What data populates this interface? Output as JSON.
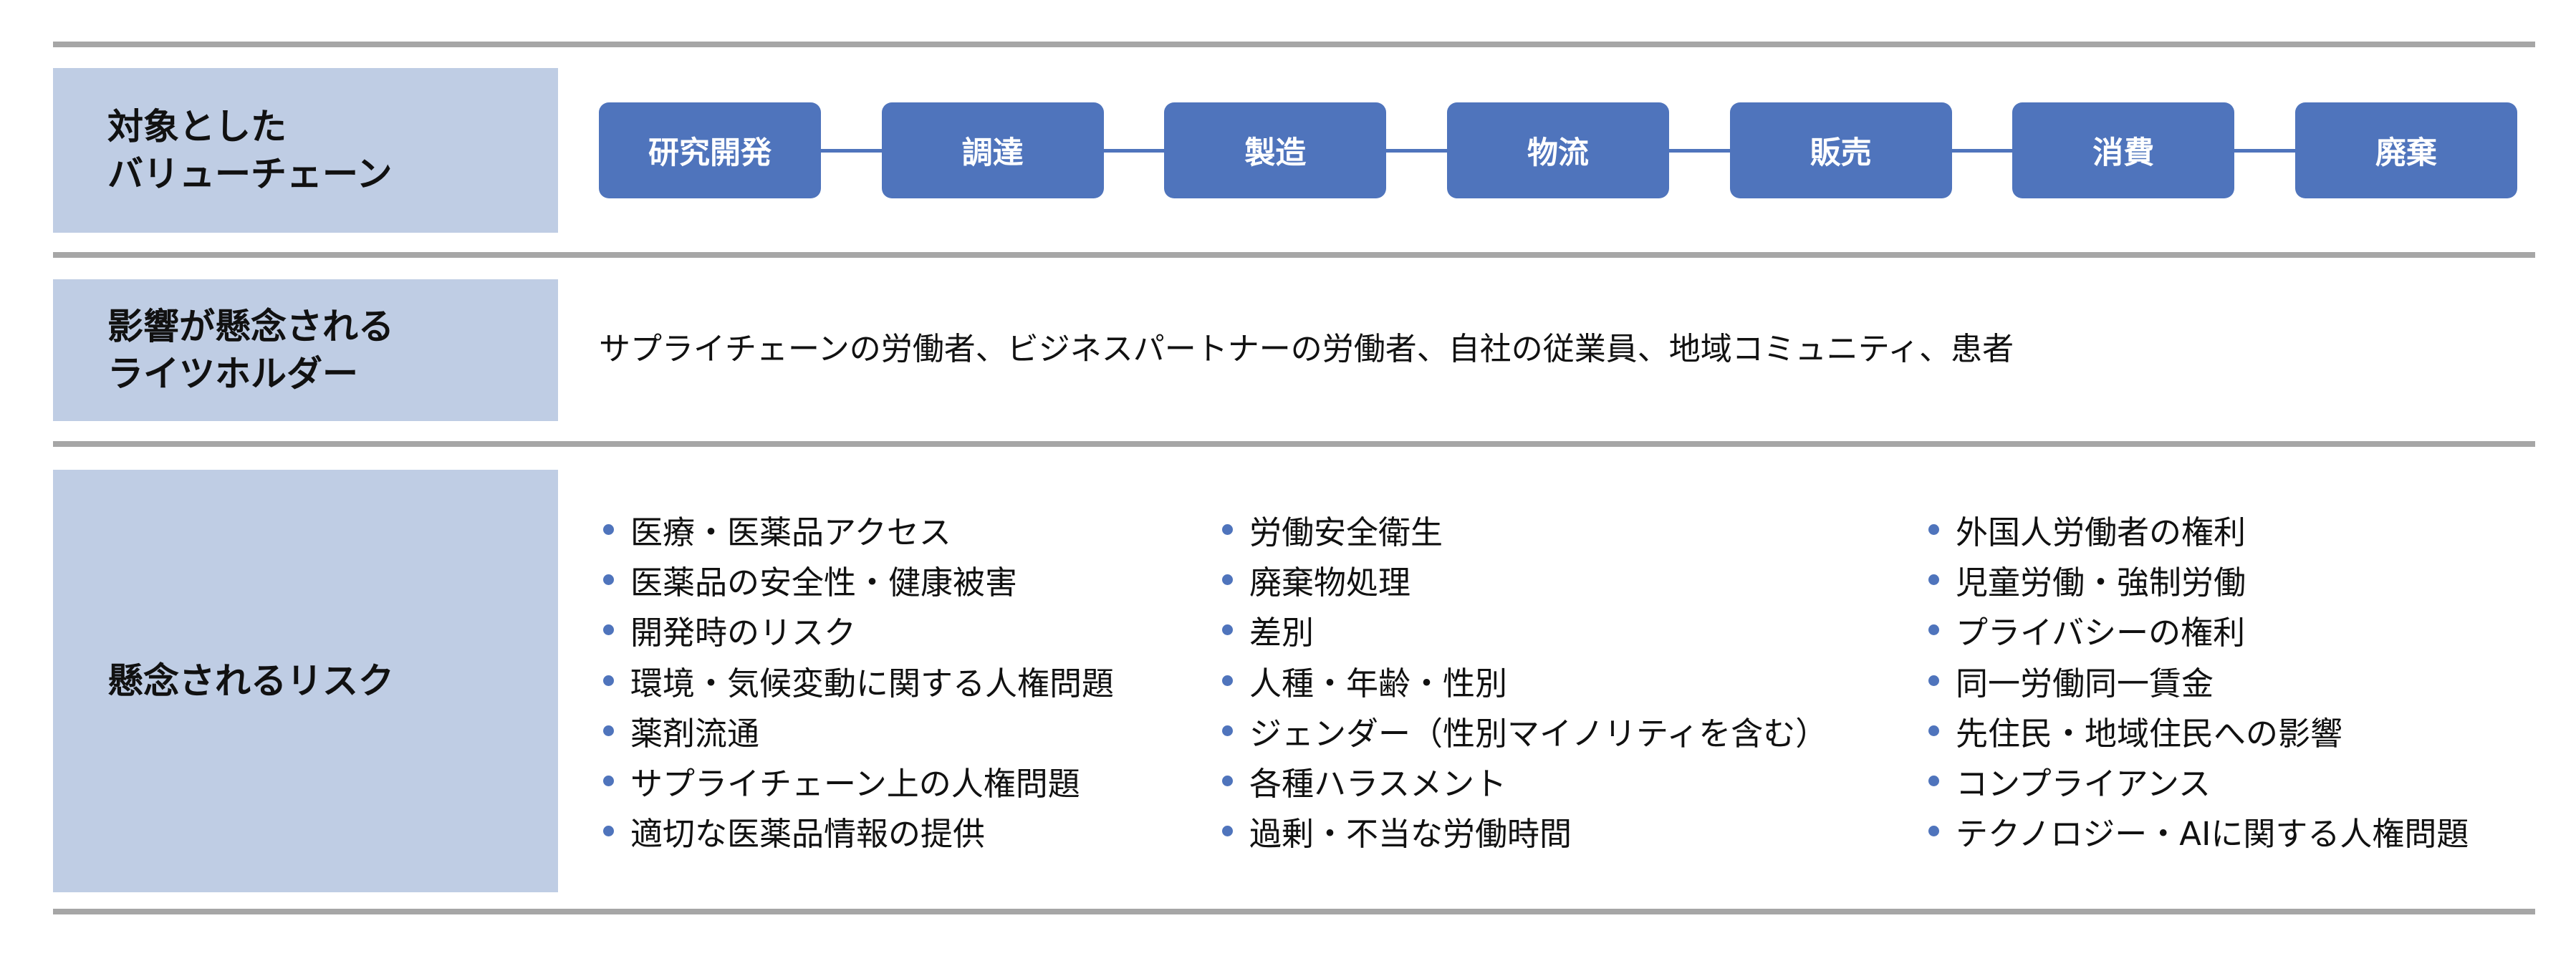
{
  "sections": {
    "value_chain": {
      "label_line1": "対象とした",
      "label_line2": "バリューチェーン",
      "stages": [
        "研究開発",
        "調達",
        "製造",
        "物流",
        "販売",
        "消費",
        "廃棄"
      ]
    },
    "rights_holders": {
      "label_line1": "影響が懸念される",
      "label_line2": "ライツホルダー",
      "text": "サプライチェーンの労働者、ビジネスパートナーの労働者、自社の従業員、地域コミュニティ、患者"
    },
    "risks": {
      "label": "懸念されるリスク",
      "columns": [
        [
          "医療・医薬品アクセス",
          "医薬品の安全性・健康被害",
          "開発時のリスク",
          "環境・気候変動に関する人権問題",
          "薬剤流通",
          "サプライチェーン上の人権問題",
          "適切な医薬品情報の提供"
        ],
        [
          "労働安全衛生",
          "廃棄物処理",
          "差別",
          "人種・年齢・性別",
          "ジェンダー（性別マイノリティを含む）",
          "各種ハラスメント",
          "過剰・不当な労働時間"
        ],
        [
          "外国人労働者の権利",
          "児童労働・強制労働",
          "プライバシーの権利",
          "同一労働同一賃金",
          "先住民・地域住民への影響",
          "コンプライアンス",
          "テクノロジー・AIに関する人権問題"
        ]
      ]
    }
  },
  "colors": {
    "label_bg": "#bfcde4",
    "accent": "#4f74bc",
    "rule": "#a6a6a6"
  }
}
